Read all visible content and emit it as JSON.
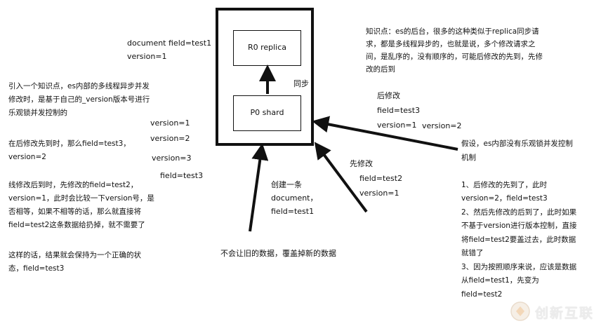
{
  "diagram": {
    "replica_label": "R0 replica",
    "shard_label": "P0 shard",
    "sync_label": "同步",
    "doc_top": [
      "document field=test1",
      "version=1"
    ],
    "knowledge": [
      "知识点：es的后台，很多的这种类似于replica同步请",
      "求，都是多线程异步的，也就是说，多个修改请求之",
      "间，是乱序的，没有顺序的，可能后修改的先到，先修",
      "改的后到"
    ],
    "intro": [
      "引入一个知识点，es内部的多线程异步并发",
      "修改时，是基于自己的_version版本号进行",
      "乐观锁并发控制的"
    ],
    "versions_mid": [
      "version=1",
      "version=2",
      "version=3",
      "field=test3"
    ],
    "later_first": [
      "在后修改先到时，那么field=test3，",
      "version=2"
    ],
    "later_arrive": [
      "线修改后到时，先修改的field=test2，",
      "version=1，此时会比较一下version号，是",
      "否相等，如果不相等的话，那么就直接将",
      "field=test2这条数据给扔掉，就不需要了"
    ],
    "result": [
      "这样的话，结果就会保持为一个正确的状",
      "态，field=test3"
    ],
    "create": [
      "创建一条",
      "document，",
      "field=test1"
    ],
    "first_modify": [
      "先修改",
      "field=test2",
      "version=1"
    ],
    "after_modify": [
      "后修改",
      "field=test3",
      "version=1"
    ],
    "version2": "version=2",
    "no_overwrite": "不会让旧的数据，覆盖掉新的数据",
    "assume": [
      "假设，es内部没有乐观锁并发控制",
      "机制",
      "",
      "1、后修改的先到了，此时",
      "version=2，field=test3",
      "2、然后先修改的后到了，此时如果",
      "不基于version进行版本控制，直接",
      "将field=test2要盖过去，此时数据",
      "就错了",
      "3、因为按照顺序来说，应该是数据",
      "从field=test1，先变为",
      "field=test2"
    ]
  },
  "watermark": {
    "text": "创新互联",
    "color": "#e8e8e8",
    "accent": "#f3d7b8"
  }
}
